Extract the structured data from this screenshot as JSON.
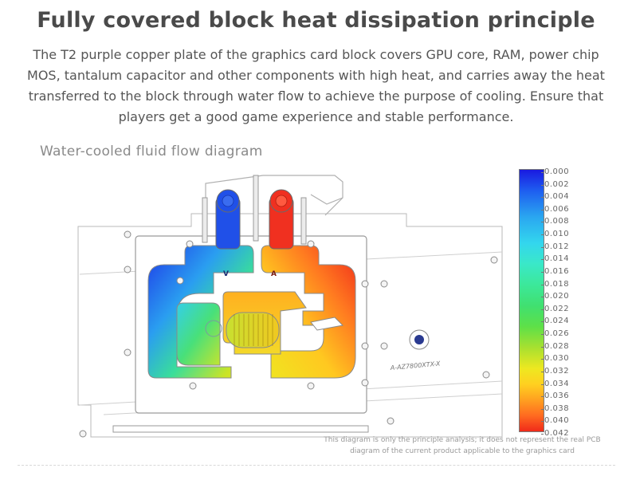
{
  "title": "Fully covered block heat dissipation principle",
  "description": "The T2 purple copper plate of the graphics card block covers GPU core, RAM, power chip MOS, tantalum capacitor and other components with high heat, and carries away the heat transferred to the block through water flow to achieve the purpose of cooling. Ensure that players get a good game experience and stable performance.",
  "diagram_label": "Water-cooled fluid flow diagram",
  "block_labels": {
    "inlet_mark": "V",
    "outlet_mark": "A",
    "model_plate": "A-AZ7800XTX-X"
  },
  "scale_ticks": [
    "0.000",
    "0.002",
    "0.004",
    "0.006",
    "0.008",
    "0.010",
    "0.012",
    "0.014",
    "0.016",
    "0.018",
    "0.020",
    "0.022",
    "0.024",
    "0.026",
    "0.028",
    "0.030",
    "0.032",
    "0.034",
    "0.036",
    "0.038",
    "0.040",
    "0.042"
  ],
  "note_line1": "This diagram is only the principle analysis; it does not represent the real PCB",
  "note_line2": "diagram of the current product applicable to the graphics card",
  "colors": {
    "cold": "#1a1ae0",
    "mid": "#40e070",
    "warm": "#eee820",
    "hot": "#f02a1a",
    "inlet": "#2050e8",
    "outlet": "#f03020"
  },
  "icons": [
    "inlet-port-icon",
    "outlet-port-icon",
    "screw-icon",
    "logo-badge-icon"
  ]
}
